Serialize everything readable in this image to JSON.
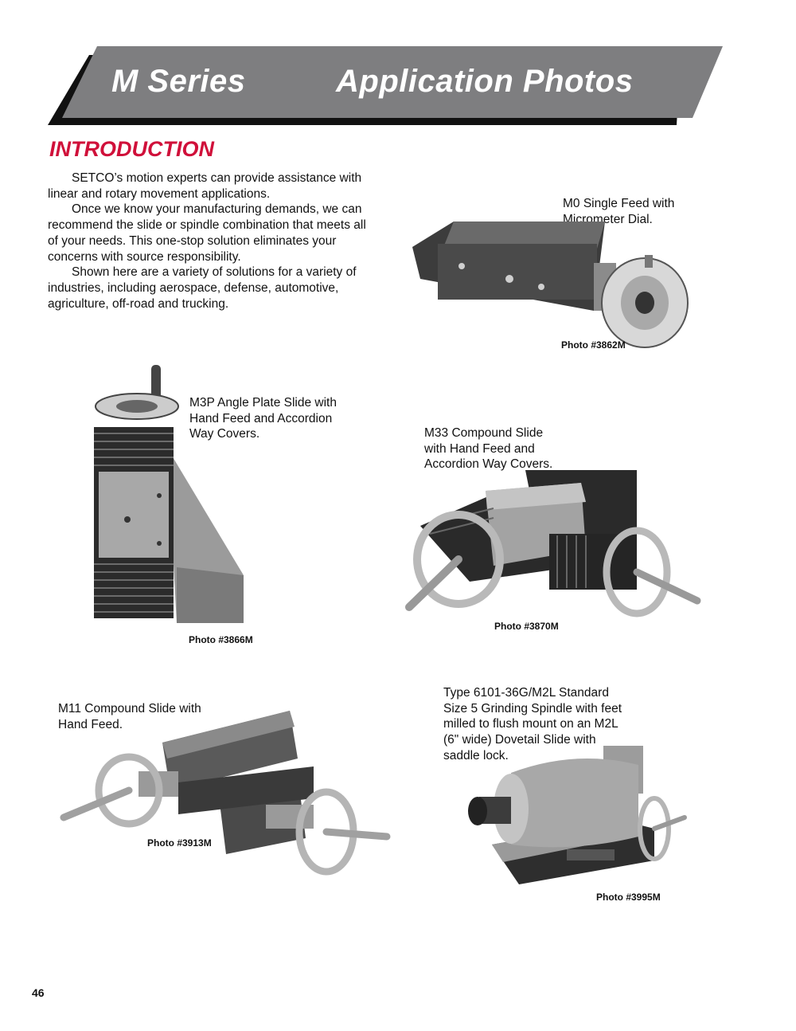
{
  "header": {
    "series": "M Series",
    "title": "Application Photos",
    "banner_color": "#7e7e80",
    "shadow_color": "#1a1a1a"
  },
  "intro": {
    "heading": "INTRODUCTION",
    "heading_color": "#d0103a",
    "paragraphs": [
      "SETCO’s motion experts can provide assistance with linear and rotary movement applications.",
      "Once we know your manufacturing demands, we can recommend the slide or spindle combination that meets all of your needs. This one-stop solution eliminates your concerns with source responsibility.",
      "Shown here are a variety of solutions for a variety of industries, including aerospace, defense, automotive, agriculture, off-road and trucking."
    ]
  },
  "photos": [
    {
      "caption": "M0 Single Feed with Micrometer Dial.",
      "photo_number": "Photo #3862M"
    },
    {
      "caption": "M3P Angle Plate Slide with Hand Feed and Accordion Way Covers.",
      "photo_number": "Photo #3866M"
    },
    {
      "caption": "M33 Compound Slide with Hand Feed and Accordion Way Covers.",
      "photo_number": "Photo #3870M"
    },
    {
      "caption": "M11 Compound Slide with Hand Feed.",
      "photo_number": "Photo #3913M"
    },
    {
      "caption": "Type 6101-36G/M2L Standard Size 5 Grinding Spindle with feet milled to flush mount on an M2L (6\" wide) Dovetail Slide with saddle lock.",
      "photo_number": "Photo #3995M"
    }
  ],
  "footer": {
    "page_number": "46"
  }
}
